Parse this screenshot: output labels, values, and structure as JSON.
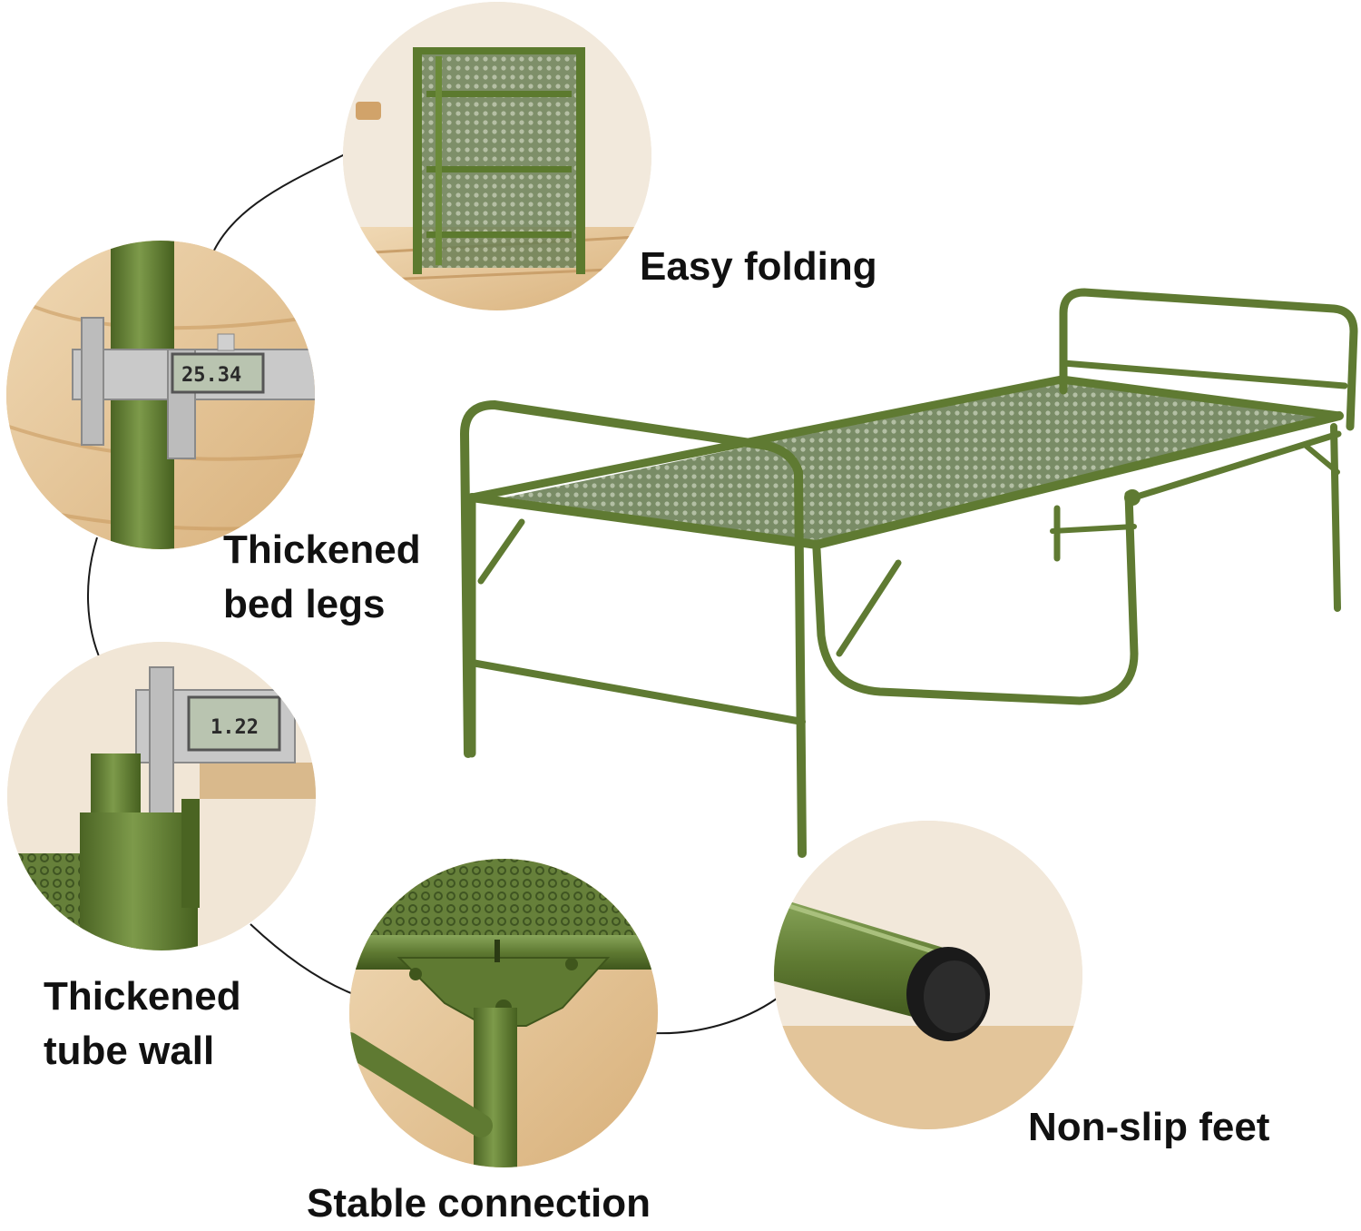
{
  "features": {
    "easy_folding": "Easy folding",
    "thickened_bed_legs": [
      "Thickened",
      "bed legs"
    ],
    "thickened_tube_wall": [
      "Thickened",
      "tube wall"
    ],
    "stable_connection": "Stable connection",
    "non_slip_feet": "Non-slip feet"
  },
  "caliper_readings": {
    "leg": "25.34",
    "wall": "1.22"
  },
  "colors": {
    "frame_green": "#5f7a32",
    "wood_tan": "#e3c59a",
    "connector_line": "#1a1a1a"
  }
}
